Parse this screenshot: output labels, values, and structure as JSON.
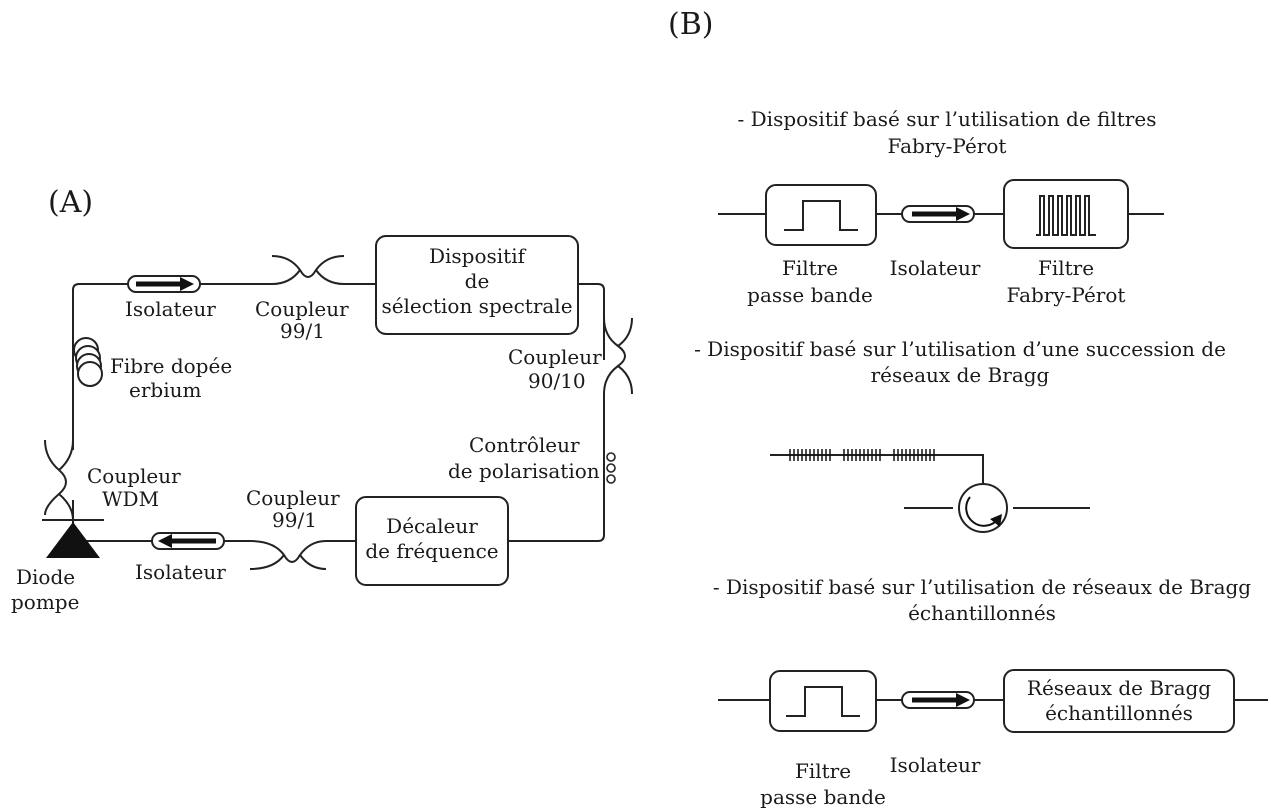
{
  "panel_a": {
    "label": "(A)",
    "isolateur_top": "Isolateur",
    "coupleur_top_l1": "Coupleur",
    "coupleur_top_l2": "99/1",
    "dispositif_l1": "Dispositif",
    "dispositif_l2": "de",
    "dispositif_l3": "sélection spectrale",
    "coupleur_9010_l1": "Coupleur",
    "coupleur_9010_l2": "90/10",
    "fibre_l1": "Fibre dopée",
    "fibre_l2": "erbium",
    "controleur_l1": "Contrôleur",
    "controleur_l2": "de polarisation",
    "wdm_l1": "Coupleur",
    "wdm_l2": "WDM",
    "coupleur_bot_l1": "Coupleur",
    "coupleur_bot_l2": "99/1",
    "decaleur_l1": "Décaleur",
    "decaleur_l2": "de fréquence",
    "diode_l1": "Diode",
    "diode_l2": "pompe",
    "isolateur_bot": "Isolateur"
  },
  "panel_b": {
    "label": "(B)",
    "sec1_l1": "- Dispositif basé sur l’utilisation de filtres",
    "sec1_l2": "Fabry-Pérot",
    "filtre1_l1": "Filtre",
    "filtre1_l2": "passe bande",
    "isolateur1": "Isolateur",
    "fp_l1": "Filtre",
    "fp_l2": "Fabry-Pérot",
    "sec2_l1": "- Dispositif basé sur l’utilisation d’une succession de",
    "sec2_l2": "réseaux de Bragg",
    "sec3_l1": "- Dispositif basé sur l’utilisation de  réseaux de Bragg",
    "sec3_l2": "échantillonnés",
    "reseaux_l1": "Réseaux de Bragg",
    "reseaux_l2": "échantillonnés",
    "filtre3_l1": "Filtre",
    "filtre3_l2": "passe bande",
    "isolateur3": "Isolateur"
  }
}
